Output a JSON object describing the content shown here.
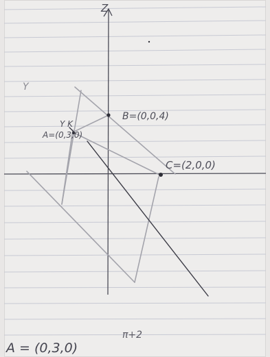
{
  "sheet": {
    "axis_z": "Z",
    "axis_y": "Y",
    "axis_y_near_a": "Y K",
    "point_a": "A=(0,3,0)",
    "point_b": "B=(0,0,4)",
    "point_c": "C=(2,0,0)",
    "plane_label": "π+2",
    "bottom_note": "A = (0,3,0)"
  },
  "colors": {
    "paper": "#eeedec",
    "ruled_line": "#c7c9d3",
    "pencil_dark": "#3b3b45",
    "pencil_light": "#9b9ba3"
  }
}
